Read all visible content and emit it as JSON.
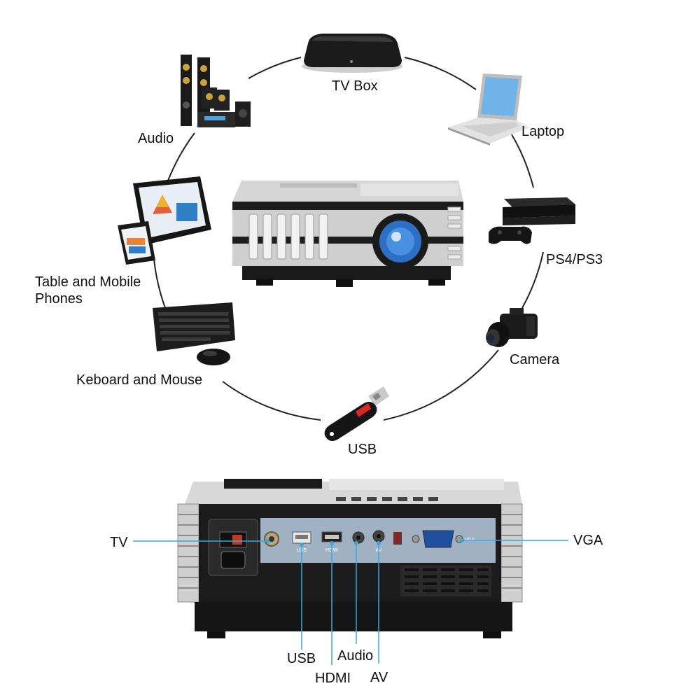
{
  "hub": {
    "devices": [
      {
        "label": "TV Box",
        "icon": "tv-box-icon"
      },
      {
        "label": "Laptop",
        "icon": "laptop-icon"
      },
      {
        "label": "PS4/PS3",
        "icon": "game-console-icon"
      },
      {
        "label": "Camera",
        "icon": "camera-icon"
      },
      {
        "label": "USB",
        "icon": "usb-drive-icon"
      },
      {
        "label": "Keboard and Mouse",
        "icon": "keyboard-mouse-icon"
      },
      {
        "label": "Table and Mobile Phones",
        "icon": "tablet-phone-icon"
      },
      {
        "label": "Audio",
        "icon": "speaker-system-icon"
      }
    ]
  },
  "rear_panel": {
    "callouts": {
      "tv": "TV",
      "vga": "VGA",
      "usb": "USB",
      "hdmi": "HDMI",
      "audio": "Audio",
      "av": "AV"
    },
    "port_silkscreen": {
      "usb": "USB",
      "hdmi": "HDMI",
      "av": "AV",
      "vga": "VGA"
    }
  },
  "colors": {
    "callout_line": "#3aa7d8",
    "panel_blue": "#9fb1c2",
    "body_silver": "#d9d9d9",
    "body_dark": "#1e1e1e"
  }
}
